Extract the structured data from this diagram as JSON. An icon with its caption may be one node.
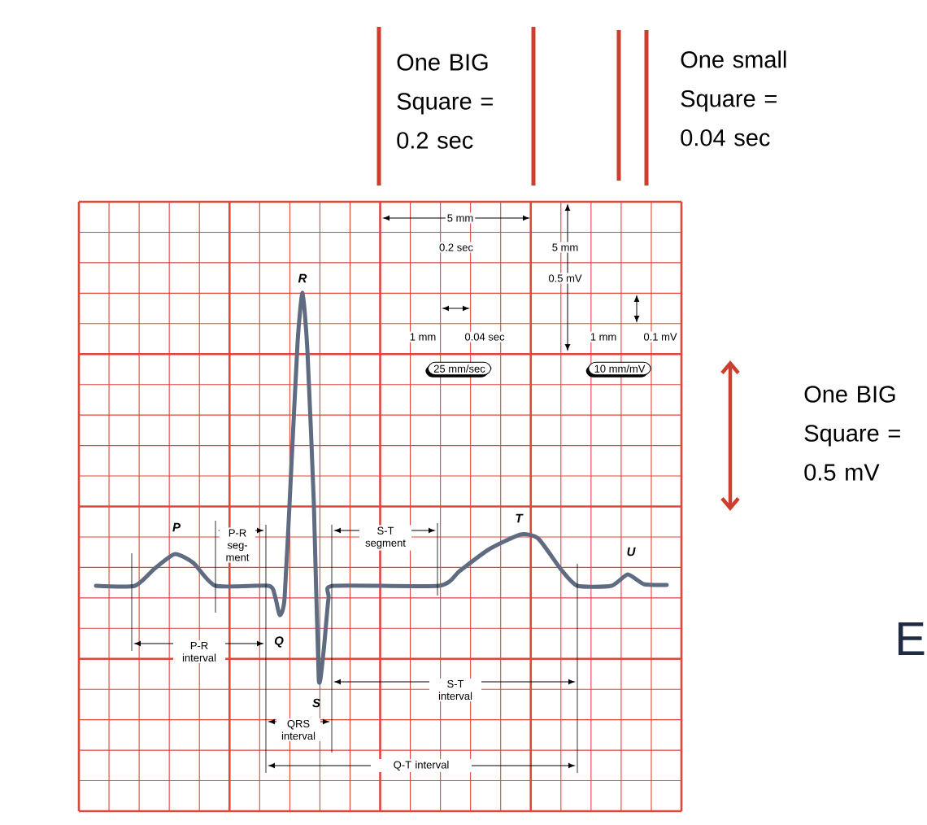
{
  "diagram": {
    "labels": [
      "One BIG Square = 0.2 sec",
      "One small Square = 0.04 sec",
      "5 mm",
      "0.2 sec",
      "5 mm",
      "R",
      "0.5 mV",
      "1 mm",
      "0.04 sec",
      "1 mm",
      "0.1 mV",
      "25 mm/sec",
      "10 mm/mV",
      "One BIG Square = 0.5 mV",
      "P",
      "P-R seg- ment",
      "S-T segment",
      "T",
      "U",
      "E",
      "P-R interval",
      "Q",
      "S-T interval",
      "S",
      "QRS interval",
      "Q-T interval"
    ]
  }
}
